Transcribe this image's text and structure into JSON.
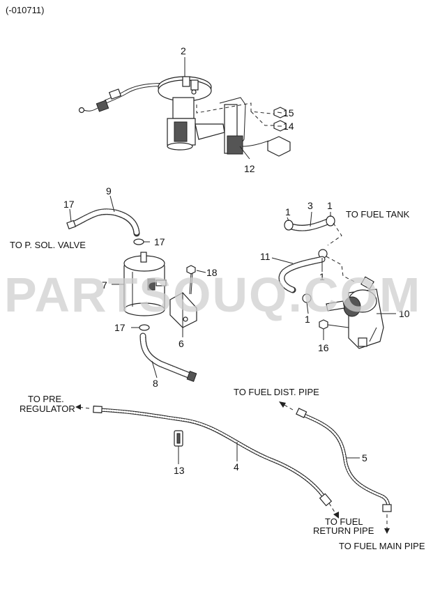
{
  "header": {
    "code": "(-010711)"
  },
  "watermark": "PARTSOUQ.COM",
  "callouts": {
    "c1a": "1",
    "c1b": "1",
    "c1c": "1",
    "c1d": "1",
    "c2": "2",
    "c3": "3",
    "c4": "4",
    "c5": "5",
    "c6": "6",
    "c7": "7",
    "c8": "8",
    "c9": "9",
    "c10": "10",
    "c11": "11",
    "c12": "12",
    "c13": "13",
    "c14": "14",
    "c15": "15",
    "c16": "16",
    "c17a": "17",
    "c17b": "17",
    "c17c": "17",
    "c18": "18"
  },
  "destinations": {
    "p_sol_valve": "TO P. SOL. VALVE",
    "fuel_tank": "TO FUEL TANK",
    "pre_regulator_1": "TO PRE.",
    "pre_regulator_2": "REGULATOR",
    "fuel_dist_pipe": "TO FUEL DIST. PIPE",
    "fuel_return_1": "TO FUEL",
    "fuel_return_2": "RETURN PIPE",
    "fuel_main_pipe": "TO FUEL MAIN PIPE"
  }
}
